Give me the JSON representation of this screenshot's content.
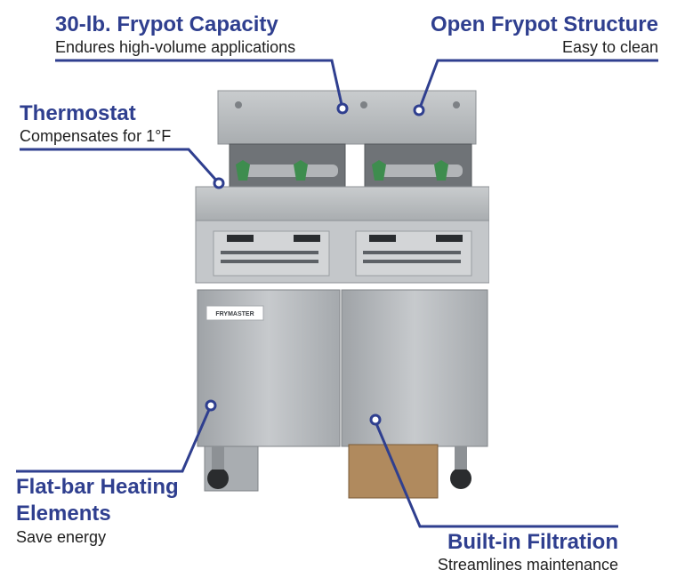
{
  "callouts": {
    "capacity": {
      "title": "30-lb. Frypot Capacity",
      "subtitle": "Endures high-volume applications"
    },
    "open_structure": {
      "title": "Open Frypot Structure",
      "subtitle": "Easy to clean"
    },
    "thermostat": {
      "title": "Thermostat",
      "subtitle": "Compensates for 1°F"
    },
    "heating": {
      "title": "Flat-bar Heating Elements",
      "subtitle": "Save energy"
    },
    "filtration": {
      "title": "Built-in Filtration",
      "subtitle": "Streamlines maintenance"
    }
  },
  "product": {
    "brand_label": "FRYMASTER"
  },
  "colors": {
    "accent": "#2f3f8f",
    "steel": "#b9bcbf",
    "filter_box": "#b08a5e"
  }
}
